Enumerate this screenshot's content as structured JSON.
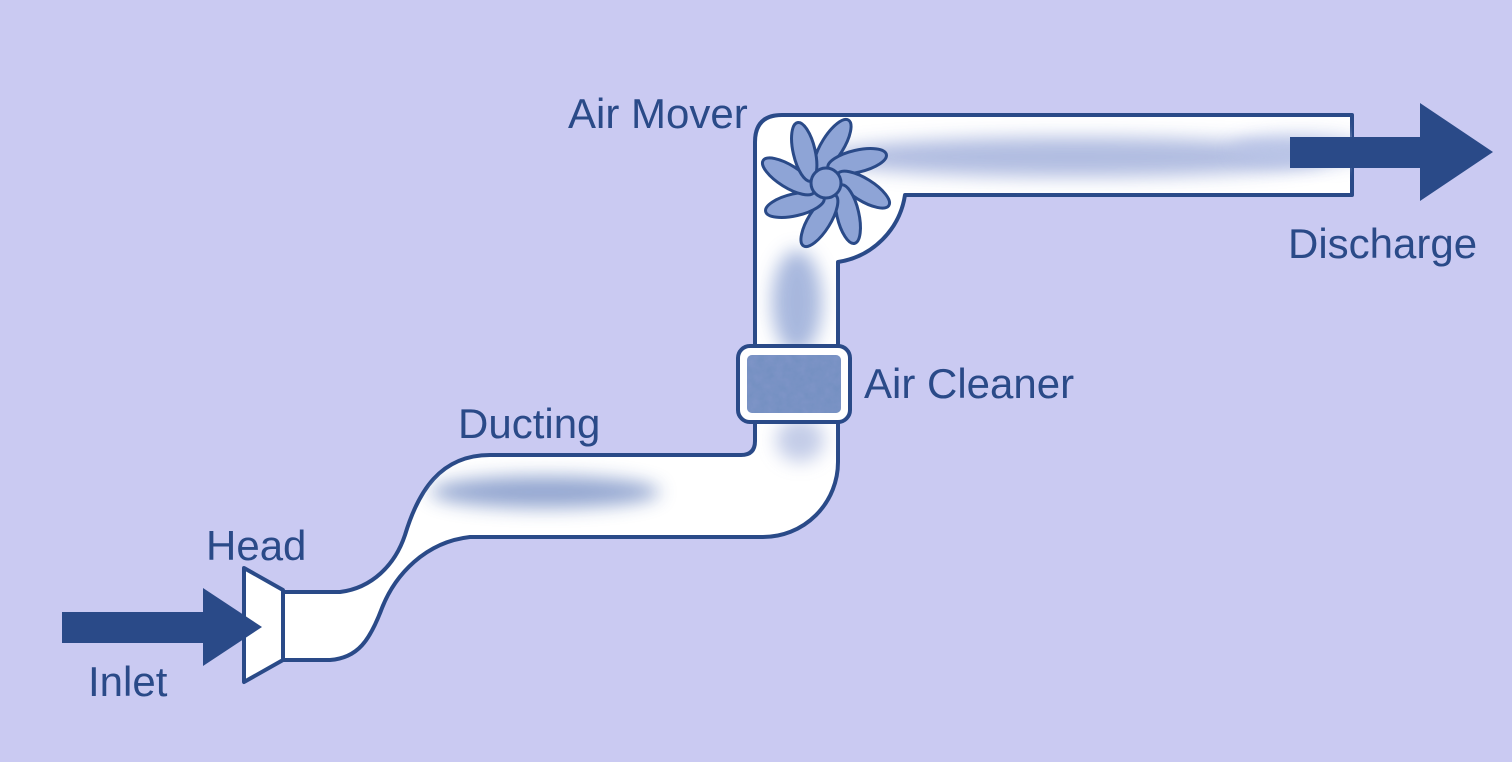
{
  "diagram": {
    "labels": {
      "air_mover": "Air Mover",
      "discharge": "Discharge",
      "air_cleaner": "Air Cleaner",
      "ducting": "Ducting",
      "head": "Head",
      "inlet": "Inlet"
    },
    "colors": {
      "background": "#cacaf2",
      "outline": "#2a4a88",
      "text": "#2a4a88",
      "duct_fill": "#ffffff",
      "fan_fill": "#8ea4d6",
      "filter_fill": "#8095c8",
      "arrow": "#2a4a88"
    }
  }
}
